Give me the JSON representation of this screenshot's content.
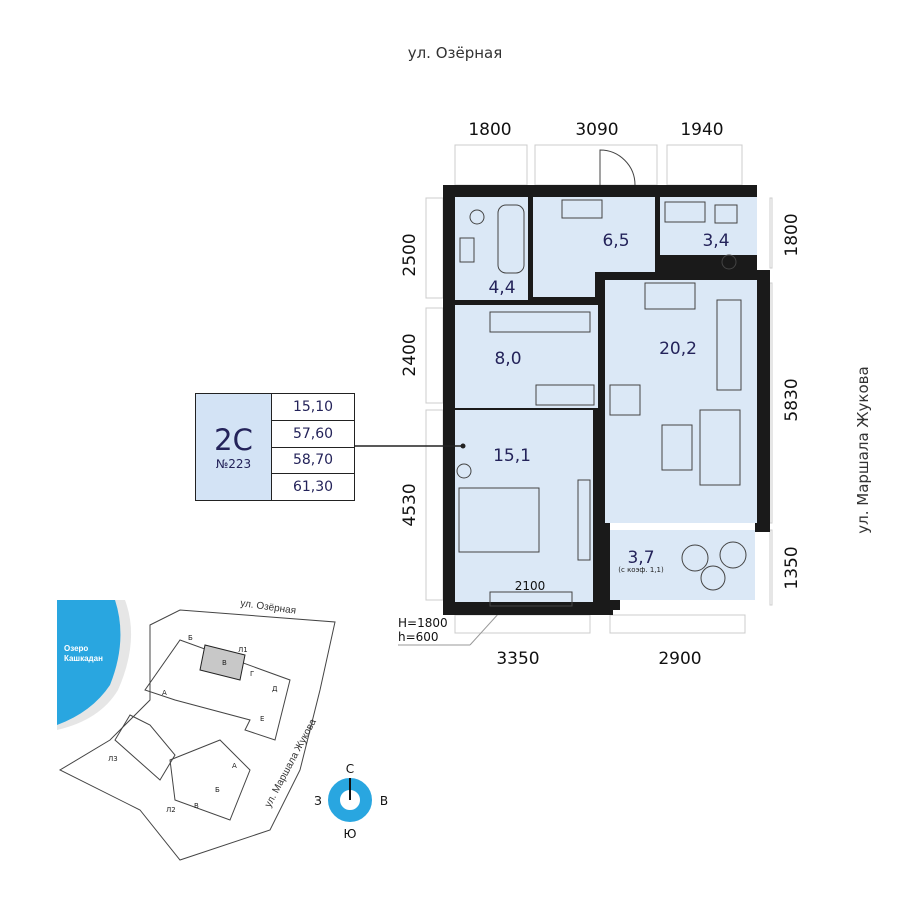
{
  "streets": {
    "top": "ул. Озёрная",
    "right": "ул. Маршала Жукова"
  },
  "apartment": {
    "type": "2С",
    "number": "№223",
    "areas": [
      "15,10",
      "57,60",
      "58,70",
      "61,30"
    ]
  },
  "dimensions": {
    "top": [
      "1800",
      "3090",
      "1940"
    ],
    "right": [
      "1800",
      "5830",
      "1350"
    ],
    "left": [
      "2500",
      "2400",
      "4530"
    ],
    "bottom": [
      "3350",
      "2900"
    ],
    "window_width": "2100",
    "window_H": "H=1800",
    "window_h": "h=600"
  },
  "rooms": {
    "bathroom": "4,4",
    "corridor": "6,5",
    "bathroom2": "3,4",
    "hall": "8,0",
    "kitchen_living": "20,2",
    "bedroom": "15,1",
    "balcony": "3,7",
    "balcony_note": "(с коэф. 1,1)"
  },
  "site_map": {
    "street_top": "ул. Озёрная",
    "street_right": "ул. Маршала Жукова",
    "lake": [
      "Озеро",
      "Кашкадан"
    ],
    "labels": {
      "l1": "Л1",
      "l2": "Л2",
      "l3": "Л3",
      "a": "А",
      "b": "Б",
      "v": "В",
      "g": "Г",
      "d": "Д",
      "e": "Е"
    },
    "compass": {
      "n": "С",
      "s": "Ю",
      "w": "З",
      "e": "В"
    }
  },
  "colors": {
    "room": "#dbe8f6",
    "lake": "#29a6e0",
    "text": "#24235a",
    "highlight": "#c8c8c8"
  }
}
